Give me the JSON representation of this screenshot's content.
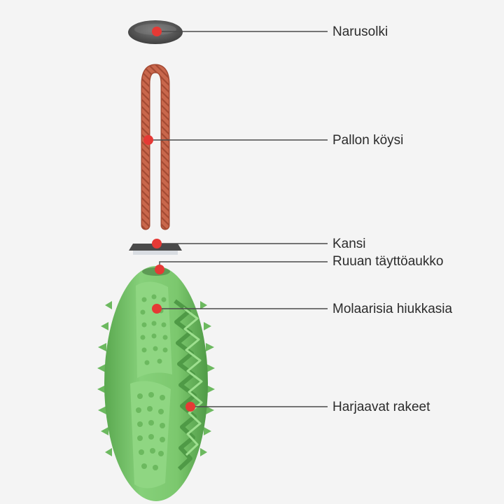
{
  "labels": {
    "buckle": "Narusolki",
    "rope": "Pallon köysi",
    "lid": "Kansi",
    "fill_hole": "Ruuan täyttöaukko",
    "molar": "Molaarisia hiukkasia",
    "brush": "Harjaavat rakeet"
  },
  "colors": {
    "background": "#f4f4f4",
    "toy_green": "#7cc86e",
    "rope_red": "#c9674c",
    "callout_dot": "#e53935",
    "leader_line": "#4a4a4a"
  }
}
